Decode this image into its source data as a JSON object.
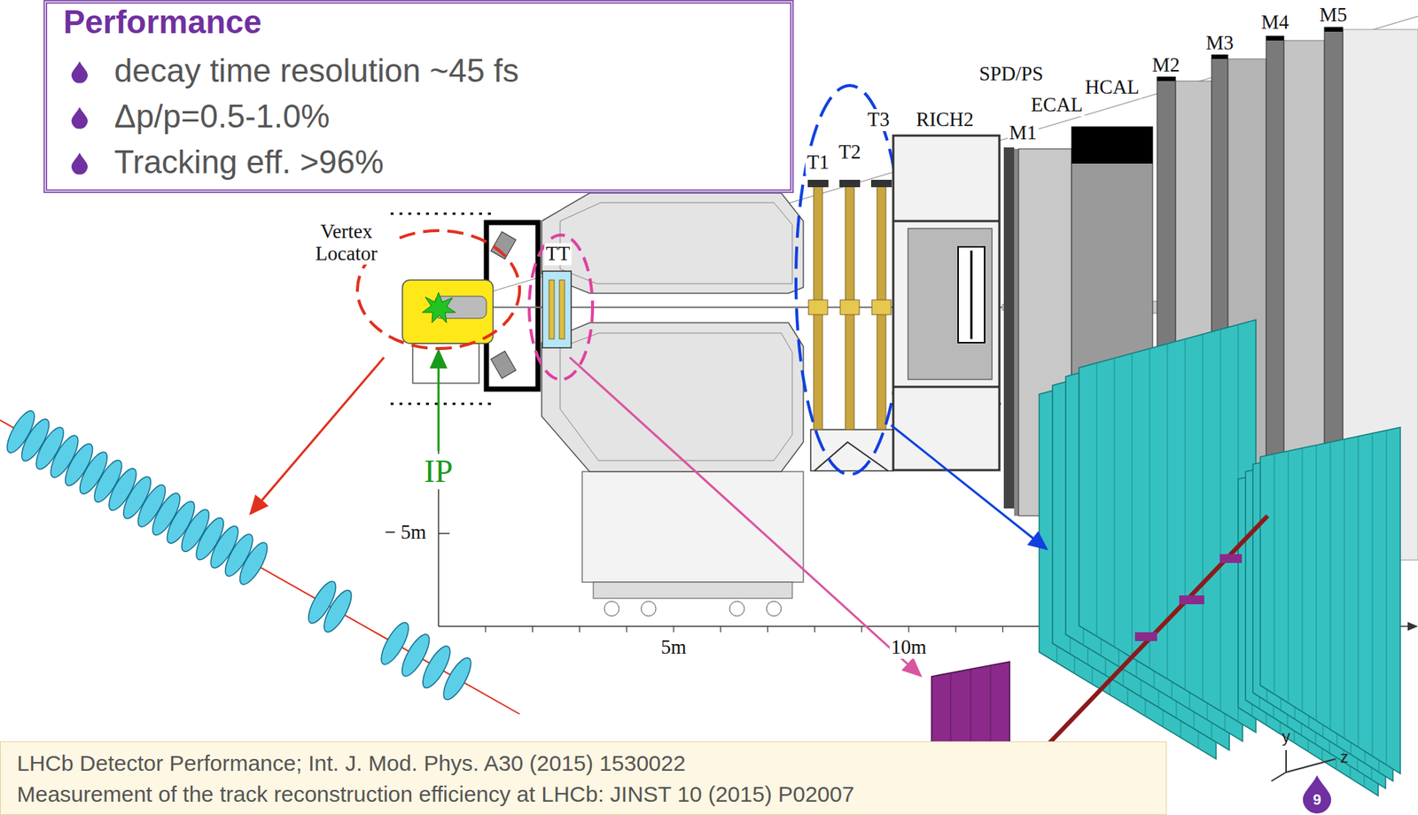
{
  "diagram": {
    "nodes": [
      {
        "text": [
          "Performance",
          "decay time resolution ~45 fs",
          "Δp/p=0.5-1.0%",
          "Tracking eff. >96%"
        ]
      },
      {
        "text": [
          "LHCb Detector Performance; Int. J. Mod. Phys. A30 (2015) 1530022",
          "Measurement of the track reconstruction efficiency at LHCb: JINST 10 (2015) P02007"
        ]
      },
      {
        "text": [
          "9"
        ]
      }
    ],
    "labels": [
      "Vertex Locator",
      "TT",
      "T1",
      "T2",
      "T3",
      "RICH2",
      "M1",
      "SPD/PS",
      "ECAL",
      "HCAL",
      "M2",
      "M3",
      "M4",
      "M5",
      "IP",
      "− 5m",
      "5m",
      "10m",
      "y",
      "z"
    ]
  }
}
